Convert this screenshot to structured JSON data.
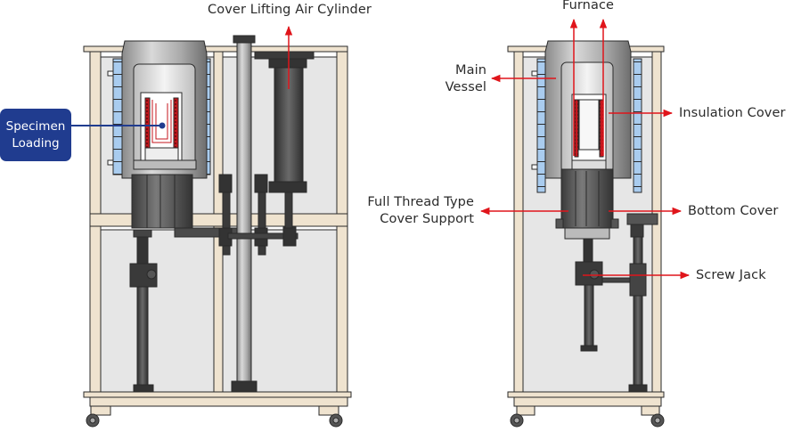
{
  "diagram": {
    "title": "Vacuum Furnace Assembly",
    "left_view": {
      "callout": {
        "line1": "Specimen",
        "line2": "Loading",
        "color": "#203c8f"
      },
      "labels": {
        "air_cylinder": "Cover Lifting Air Cylinder"
      }
    },
    "right_view": {
      "labels": {
        "furnace": "Furnace",
        "main_vessel_1": "Main",
        "main_vessel_2": "Vessel",
        "insulation_cover": "Insulation Cover",
        "cover_support_1": "Full Thread Type",
        "cover_support_2": "Cover Support",
        "bottom_cover": "Bottom Cover",
        "screw_jack": "Screw Jack"
      }
    },
    "colors": {
      "arrow": "#e0151b",
      "frame": "#efe3cf",
      "frame_stroke": "#2a2a2a",
      "panel": "#e6e6e6",
      "insulation_blue": "#a9ccef",
      "heater_red": "#c4161c",
      "steel_light": "#d4d4d4",
      "steel_dark": "#444444"
    }
  }
}
